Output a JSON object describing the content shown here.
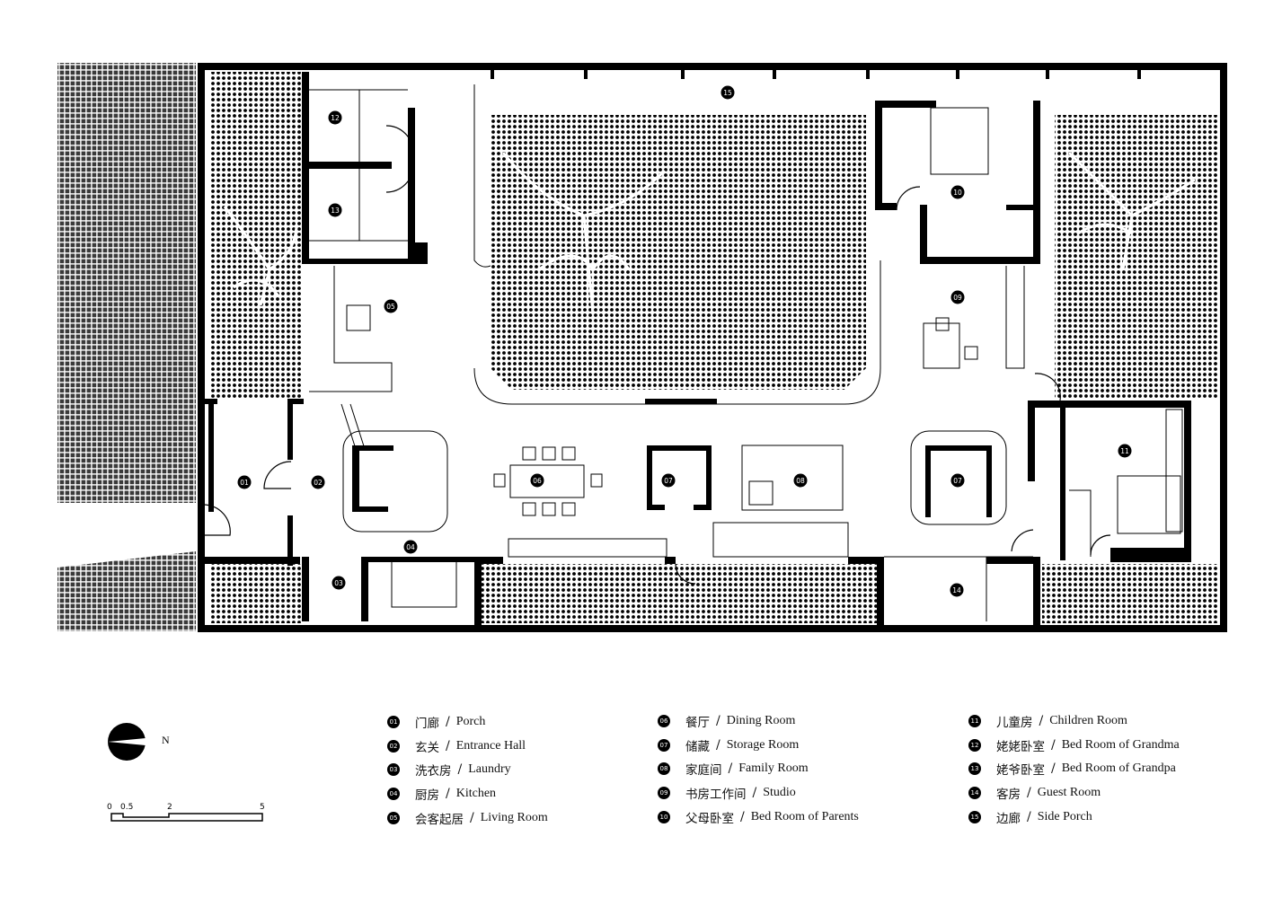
{
  "rooms": [
    {
      "num": "01",
      "zh": "门廊",
      "en": "Porch"
    },
    {
      "num": "02",
      "zh": "玄关",
      "en": "Entrance Hall"
    },
    {
      "num": "03",
      "zh": "洗衣房",
      "en": "Laundry"
    },
    {
      "num": "04",
      "zh": "厨房",
      "en": "Kitchen"
    },
    {
      "num": "05",
      "zh": "会客起居",
      "en": "Living Room"
    },
    {
      "num": "06",
      "zh": "餐厅",
      "en": "Dining Room"
    },
    {
      "num": "07",
      "zh": "储藏",
      "en": "Storage Room"
    },
    {
      "num": "08",
      "zh": "家庭间",
      "en": "Family Room"
    },
    {
      "num": "09",
      "zh": "书房工作间",
      "en": "Studio"
    },
    {
      "num": "10",
      "zh": "父母卧室",
      "en": "Bed Room of Parents"
    },
    {
      "num": "11",
      "zh": "儿童房",
      "en": "Children Room"
    },
    {
      "num": "12",
      "zh": "姥姥卧室",
      "en": "Bed Room of Grandma"
    },
    {
      "num": "13",
      "zh": "姥爷卧室",
      "en": "Bed Room of Grandpa"
    },
    {
      "num": "14",
      "zh": "客房",
      "en": "Guest Room"
    },
    {
      "num": "15",
      "zh": "边廊",
      "en": "Side Porch"
    }
  ],
  "separator": "/",
  "north_label": "N",
  "scale_labels": [
    "0",
    "0.5",
    "2",
    "5"
  ],
  "plan_labels": {
    "porch": "01",
    "entrance": "02",
    "laundry": "03",
    "kitchen": "04",
    "living": "05",
    "dining": "06",
    "storage_a": "07",
    "storage_b": "07",
    "family": "08",
    "studio": "09",
    "parents": "10",
    "children": "11",
    "grandma": "12",
    "grandpa": "13",
    "guest": "14",
    "side_porch": "15"
  }
}
